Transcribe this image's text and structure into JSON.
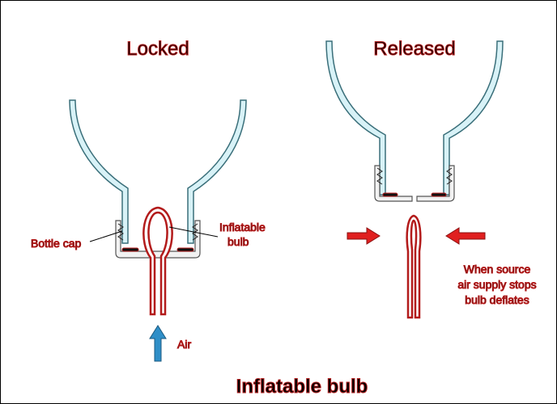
{
  "diagram": {
    "left_panel": {
      "heading": "Locked",
      "labels": {
        "bottle_cap": "Bottle cap",
        "inflatable_bulb_line1": "Inflatable",
        "inflatable_bulb_line2": "bulb",
        "air": "Air"
      }
    },
    "right_panel": {
      "heading": "Released",
      "note_line1": "When source",
      "note_line2": "air supply stops",
      "note_line3": "bulb deflates"
    },
    "caption": "Inflatable bulb",
    "colors": {
      "bottle_outline": "#3a6f7a",
      "bottle_fill": "#d8f2f7",
      "bulb": "#b31b1b",
      "arrow_red": "#e02020",
      "arrow_blue": "#2f8fc8",
      "cap": "#8a8a8a"
    }
  }
}
